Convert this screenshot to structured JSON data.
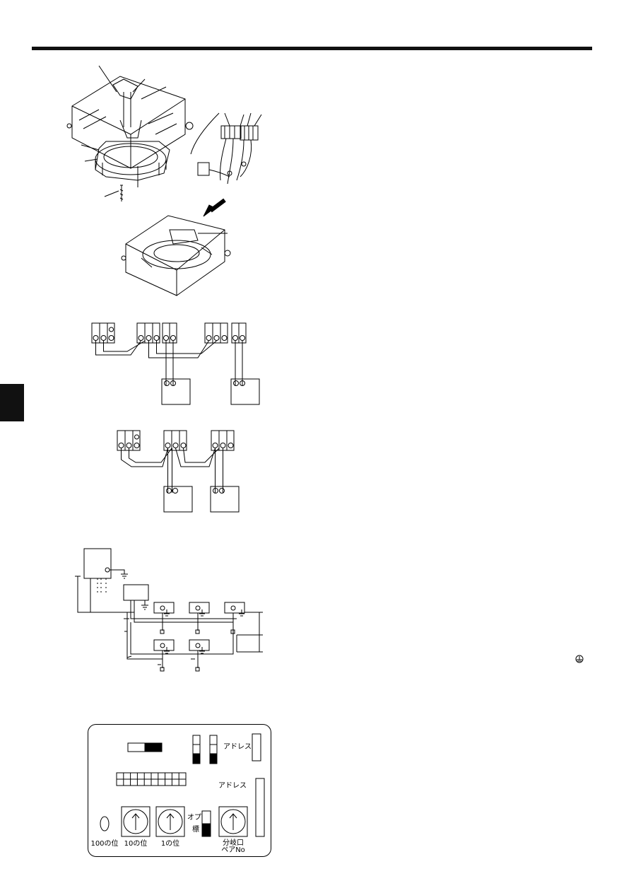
{
  "page": {
    "has_top_rule": true,
    "has_side_tab": true
  },
  "board": {
    "address_label_1": "アドレス",
    "address_label_2": "アドレス",
    "option_label": "オプ",
    "standard_label": "標",
    "hundreds_label": "100の位",
    "tens_label": "10の位",
    "ones_label": "1の位",
    "branch_label_1": "分岐口",
    "branch_label_2": "ペアNo"
  }
}
